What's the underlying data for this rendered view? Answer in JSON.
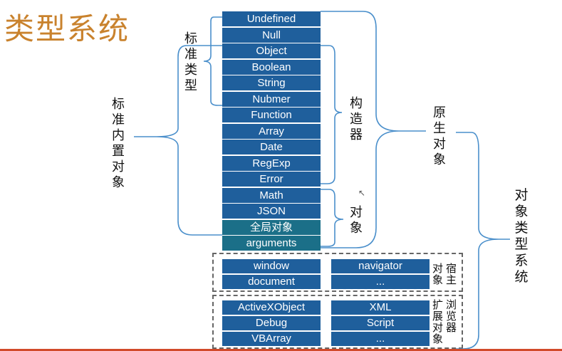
{
  "title": "类型系统",
  "native_types": [
    {
      "label": "Undefined",
      "variant": "blue"
    },
    {
      "label": "Null",
      "variant": "blue"
    },
    {
      "label": "Object",
      "variant": "blue"
    },
    {
      "label": "Boolean",
      "variant": "blue"
    },
    {
      "label": "String",
      "variant": "blue"
    },
    {
      "label": "Nubmer",
      "variant": "blue"
    },
    {
      "label": "Function",
      "variant": "blue"
    },
    {
      "label": "Array",
      "variant": "blue"
    },
    {
      "label": "Date",
      "variant": "blue"
    },
    {
      "label": "RegExp",
      "variant": "blue"
    },
    {
      "label": "Error",
      "variant": "blue"
    },
    {
      "label": "Math",
      "variant": "blue"
    },
    {
      "label": "JSON",
      "variant": "blue"
    },
    {
      "label": "全局对象",
      "variant": "teal"
    },
    {
      "label": "arguments",
      "variant": "teal"
    }
  ],
  "host_objects": {
    "left": [
      "window",
      "document"
    ],
    "right": [
      "navigator",
      "..."
    ],
    "label_a": "对象",
    "label_b": "宿主"
  },
  "browser_extensions": {
    "left": [
      "ActiveXObject",
      "Debug",
      "VBArray"
    ],
    "right": [
      "XML",
      "Script",
      "..."
    ],
    "label_a": "扩展对象",
    "label_b": "浏览器"
  },
  "labels": {
    "standard_types": "标准类型",
    "builtin_objects": "标准内置对象",
    "constructors": "构造器",
    "objects": "对象",
    "native_objects": "原生对象",
    "object_type_system": "对象类型系统"
  },
  "colors": {
    "title": "#c9822d",
    "box_blue": "#1f5f9c",
    "box_teal": "#1b6f88",
    "bracket": "#4a8fcb"
  }
}
